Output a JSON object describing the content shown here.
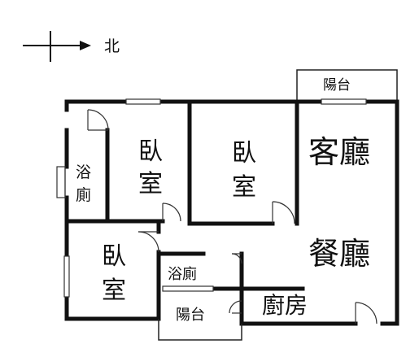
{
  "compass": {
    "direction_label": "北"
  },
  "rooms": {
    "balcony_top": "陽台",
    "living_room": "客廳",
    "dining_room": "餐廳",
    "bedroom_1": [
      "臥",
      "室"
    ],
    "bedroom_2": [
      "臥",
      "室"
    ],
    "bedroom_3": [
      "臥",
      "室"
    ],
    "bathroom_1": [
      "浴",
      "廁"
    ],
    "bathroom_2": "浴廁",
    "balcony_bottom": "陽台",
    "kitchen": "廚房"
  },
  "colors": {
    "wall": "#111111",
    "door": "#333333",
    "background": "#ffffff"
  }
}
